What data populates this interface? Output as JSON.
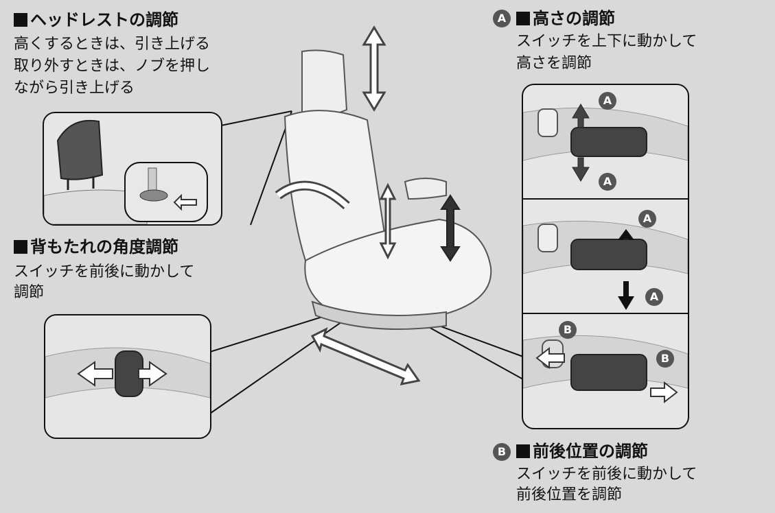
{
  "headrest": {
    "title": "ヘッドレストの調節",
    "lines": [
      "高くするときは、引き上げる",
      "取り外すときは、ノブを押し",
      "ながら引き上げる"
    ]
  },
  "recline": {
    "title": "背もたれの角度調節",
    "lines": [
      "スイッチを前後に動かして",
      "調節"
    ]
  },
  "height": {
    "badge": "A",
    "title": "高さの調節",
    "lines": [
      "スイッチを上下に動かして",
      "高さを調節"
    ]
  },
  "slide": {
    "badge": "B",
    "title": "前後位置の調節",
    "lines": [
      "スイッチを前後に動かして",
      "前後位置を調節"
    ]
  },
  "detail_labels": {
    "a": "A",
    "b": "B"
  }
}
